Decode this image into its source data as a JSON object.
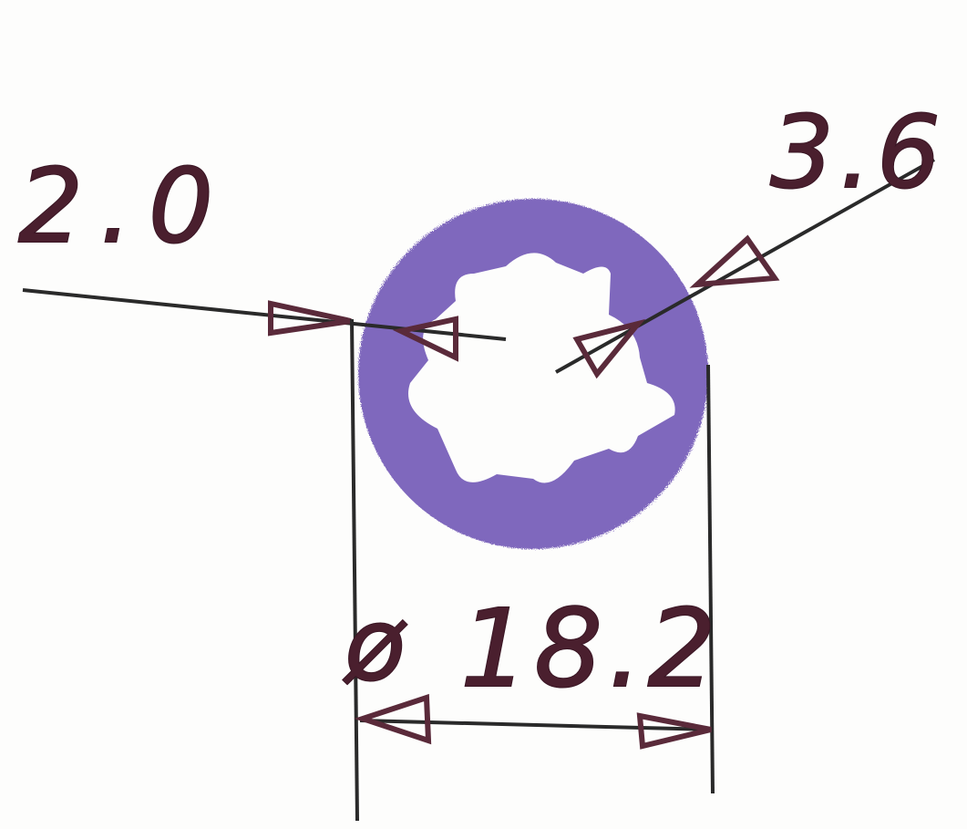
{
  "drawing": {
    "labels": {
      "left_dimension": "2.0",
      "right_dimension": "3.6",
      "diameter_symbol": "ø",
      "diameter_value": "18.2"
    },
    "colors": {
      "ink": "#3a1624",
      "arrow_fill": "#5a2a3a",
      "part_fill": "#6b4fb3",
      "pencil_line": "#2a2a2a"
    }
  }
}
